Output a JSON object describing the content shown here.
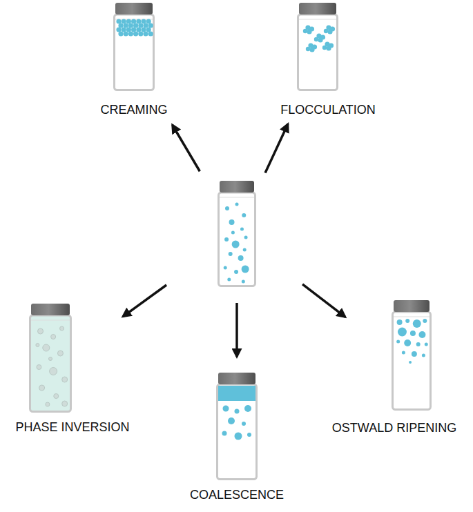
{
  "diagram": {
    "nodes": [
      {
        "text": [
          "CREAMING"
        ]
      },
      {
        "text": [
          "FLOCCULATION"
        ]
      },
      {
        "text": []
      },
      {
        "text": [
          "PHASE INVERSION"
        ]
      },
      {
        "text": [
          "OSTWALD RIPENING"
        ]
      },
      {
        "text": [
          "COALESCENCE"
        ]
      }
    ],
    "edges": [
      {
        "from": 2,
        "to": 0,
        "arrow": "to"
      },
      {
        "from": 2,
        "to": 1,
        "arrow": "to"
      },
      {
        "from": 2,
        "to": 3,
        "arrow": "to"
      },
      {
        "from": 2,
        "to": 4,
        "arrow": "to"
      },
      {
        "from": 2,
        "to": 5,
        "arrow": "to"
      }
    ]
  }
}
